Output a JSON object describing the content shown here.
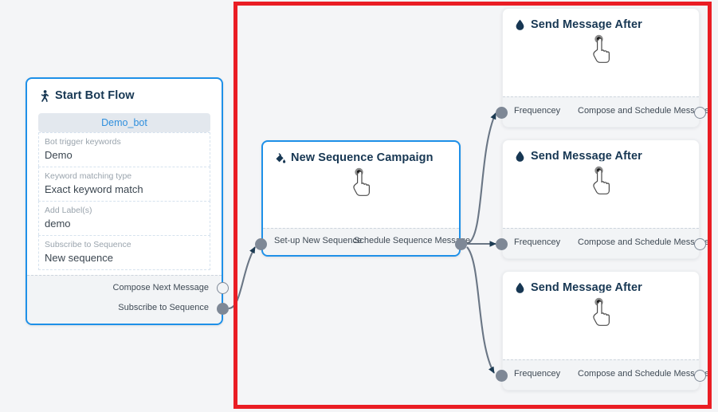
{
  "canvas": {
    "background_color": "#f4f5f7",
    "accent_color": "#1e90e8",
    "annotation_color": "#ea1d24",
    "port_color": "#7e8896",
    "title_color": "#173753"
  },
  "nodes": {
    "start": {
      "title": "Start Bot Flow",
      "icon": "running-person-icon",
      "bot_name": "Demo_bot",
      "fields": [
        {
          "label": "Bot trigger keywords",
          "value": "Demo"
        },
        {
          "label": "Keyword matching type",
          "value": "Exact keyword match"
        },
        {
          "label": "Add Label(s)",
          "value": "demo"
        },
        {
          "label": "Subscribe to Sequence",
          "value": "New sequence"
        }
      ],
      "ports": [
        {
          "label": "Compose Next Message",
          "state": "hollow"
        },
        {
          "label": "Subscribe to Sequence",
          "state": "filled"
        }
      ]
    },
    "sequence": {
      "title": "New Sequence Campaign",
      "icon": "paint-pour-icon",
      "cursor": "pointing-hand-cursor",
      "ports": {
        "input_label": "Set-up New Sequence",
        "output_label": "Schedule Sequence Message"
      }
    },
    "send_messages": [
      {
        "title": "Send Message After",
        "icon": "droplet-icon",
        "cursor": "pointing-hand-cursor",
        "input_label": "Frequencey",
        "output_label": "Compose and Schedule Message"
      },
      {
        "title": "Send Message After",
        "icon": "droplet-icon",
        "cursor": "pointing-hand-cursor",
        "input_label": "Frequencey",
        "output_label": "Compose and Schedule Message"
      },
      {
        "title": "Send Message After",
        "icon": "droplet-icon",
        "cursor": "pointing-hand-cursor",
        "input_label": "Frequencey",
        "output_label": "Compose and Schedule Message"
      }
    ]
  }
}
